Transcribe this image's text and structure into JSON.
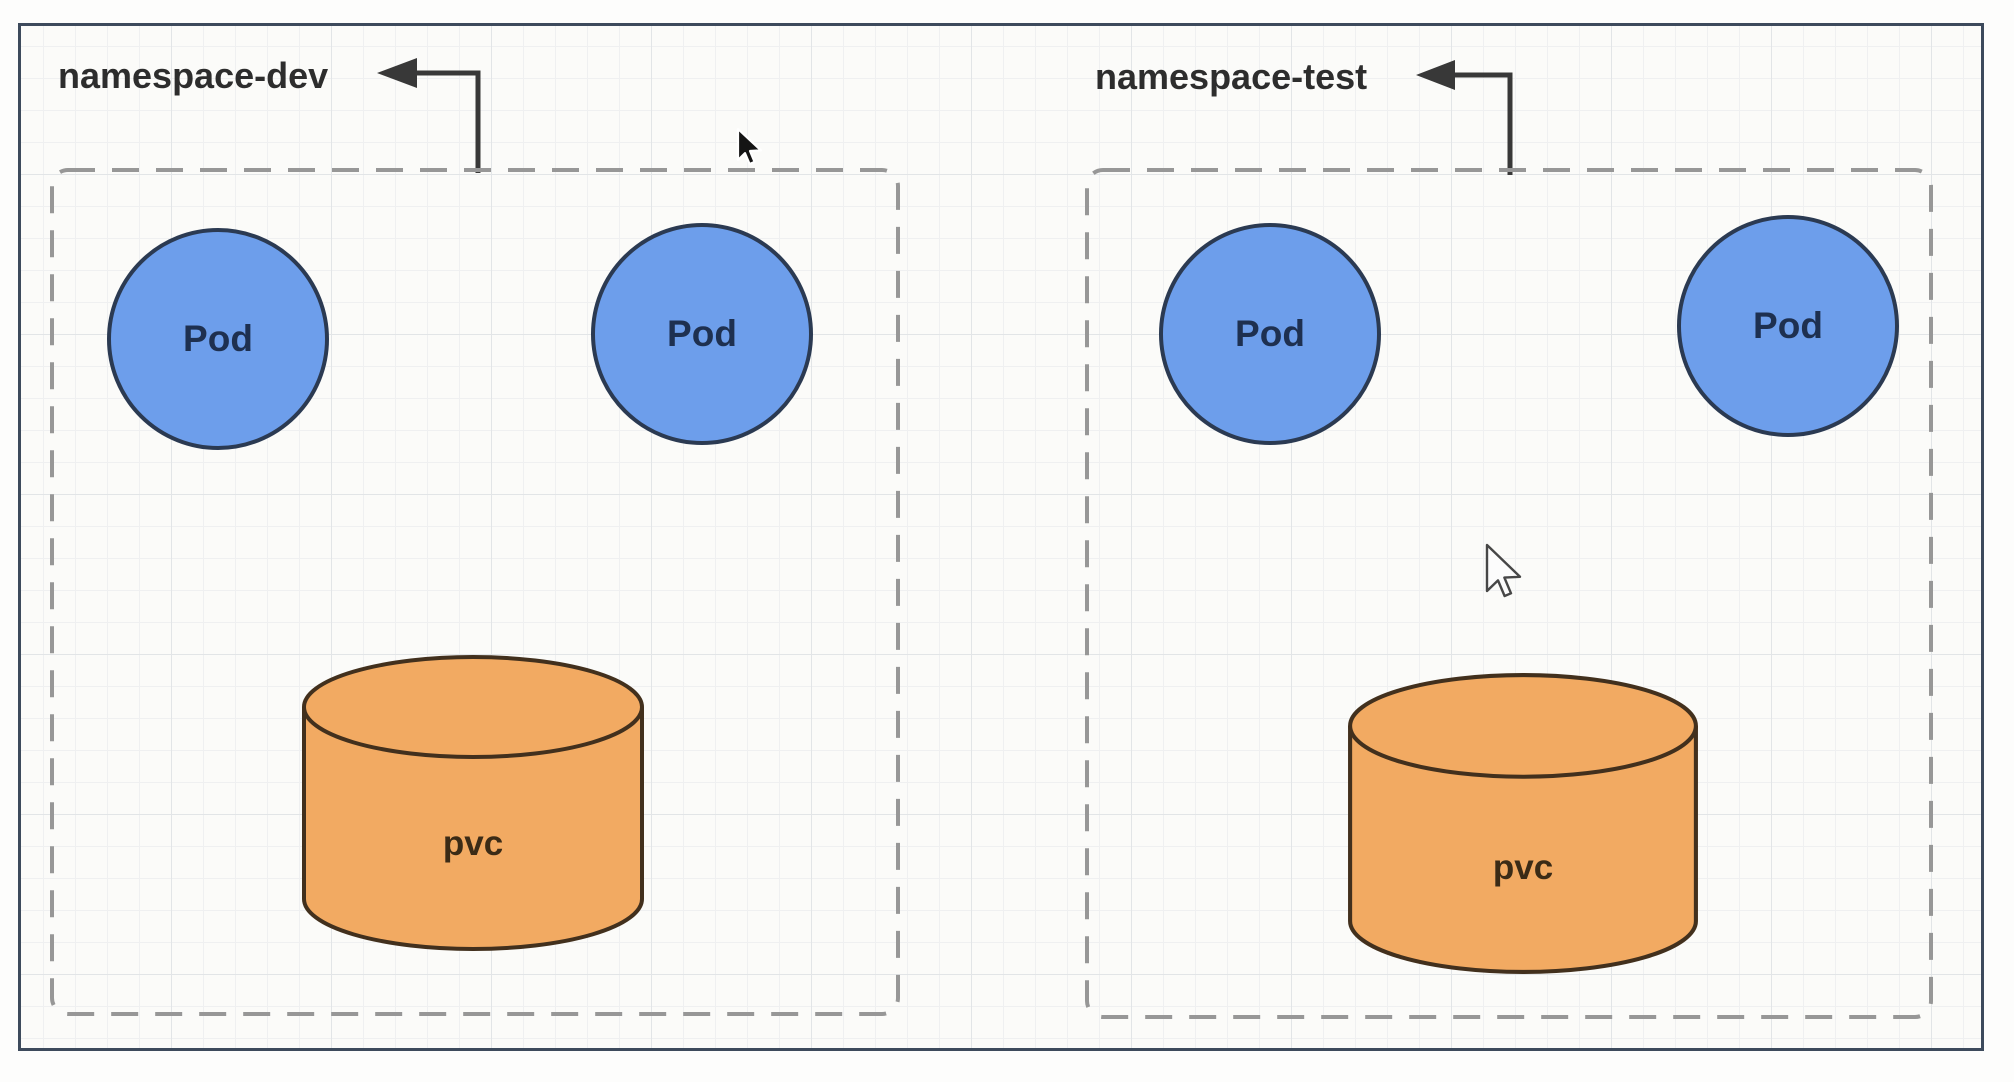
{
  "diagram": {
    "namespaces": [
      {
        "label": "namespace-dev",
        "pods": [
          {
            "label": "Pod"
          },
          {
            "label": "Pod"
          }
        ],
        "pvc": {
          "label": "pvc"
        }
      },
      {
        "label": "namespace-test",
        "pods": [
          {
            "label": "Pod"
          },
          {
            "label": "Pod"
          }
        ],
        "pvc": {
          "label": "pvc"
        }
      }
    ],
    "cursors": [
      {
        "name": "arrow-cursor-black"
      },
      {
        "name": "arrow-cursor-white"
      }
    ]
  },
  "colors": {
    "pod_fill": "#6D9EEB",
    "pod_stroke": "#2B3A52",
    "pod_text": "#1E3050",
    "pvc_fill": "#F2AA62",
    "pvc_stroke": "#42301D",
    "pvc_text": "#3B2B16",
    "frame_border": "#3D4A5C",
    "dashed_border": "#979797",
    "arrow": "#383838",
    "label_text": "#2D2D2D",
    "canvas_bg": "#FBFBF9"
  }
}
